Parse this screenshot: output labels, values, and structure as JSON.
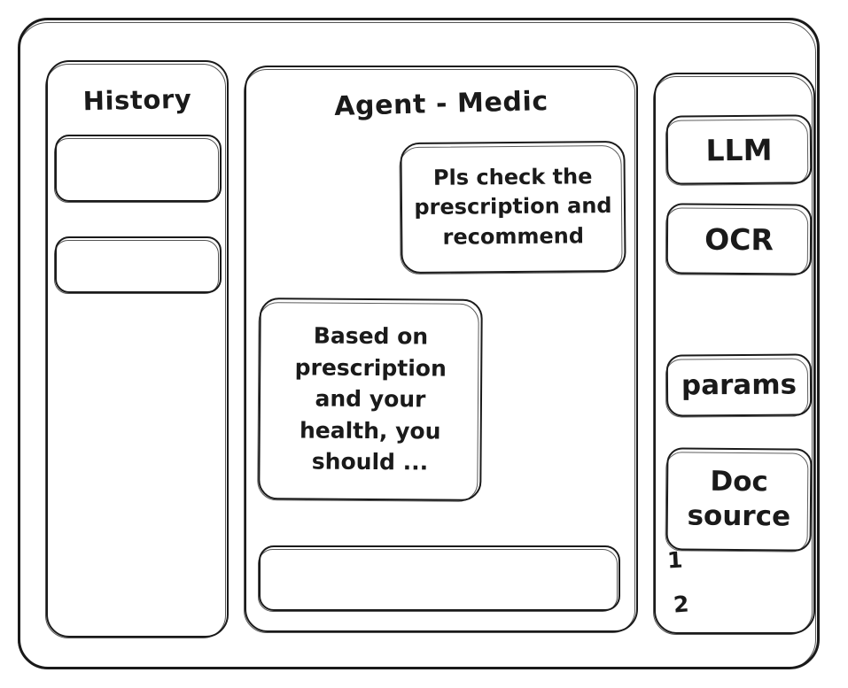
{
  "window": {
    "style": "hand-drawn-wireframe",
    "stroke_color": "#1a1a1a",
    "background_color": "#ffffff"
  },
  "sidebar": {
    "title": "History",
    "items": [
      {
        "label": "",
        "name": "history-item-0"
      },
      {
        "label": "",
        "name": "history-item-1"
      }
    ]
  },
  "main": {
    "title": "Agent - Medic",
    "messages": [
      {
        "role": "user",
        "text": "Pls check the prescription and recommend",
        "align": "right"
      },
      {
        "role": "agent",
        "text": "Based on prescription and your health, you should ...",
        "align": "left"
      }
    ],
    "composer": {
      "value": "",
      "placeholder": ""
    }
  },
  "tools": {
    "buttons": [
      {
        "label": "LLM",
        "name": "tool-llm"
      },
      {
        "label": "OCR",
        "name": "tool-ocr"
      },
      {
        "label": "params",
        "name": "tool-params"
      },
      {
        "label": "Doc source",
        "name": "tool-docsource"
      }
    ],
    "doc_entries": [
      "1",
      "2"
    ]
  }
}
